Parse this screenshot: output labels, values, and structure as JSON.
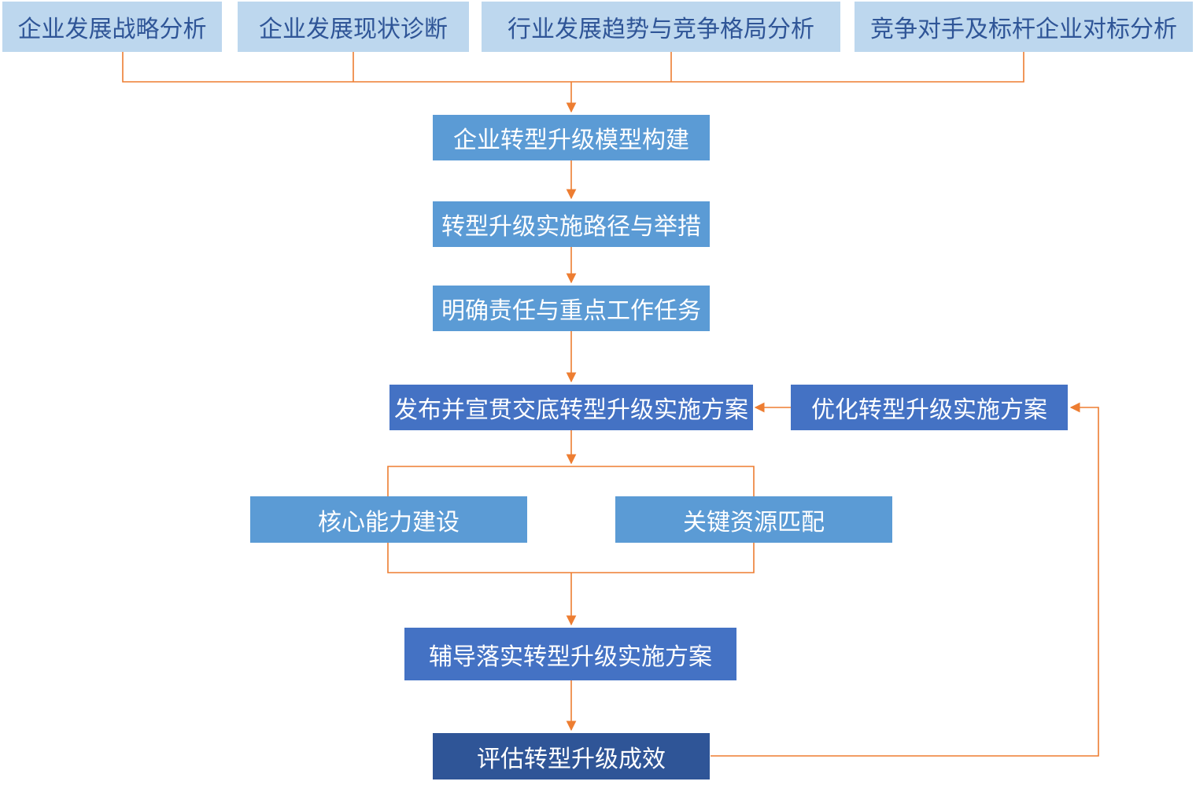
{
  "top_nodes": [
    "企业发展战略分析",
    "企业发展现状诊断",
    "行业发展趋势与竞争格局分析",
    "竞争对手及标杆企业对标分析"
  ],
  "steps": {
    "model": "企业转型升级模型构建",
    "path": "转型升级实施路径与举措",
    "tasks": "明确责任与重点工作任务",
    "publish": "发布并宣贯交底转型升级实施方案",
    "optimize": "优化转型升级实施方案",
    "core": "核心能力建设",
    "resource": "关键资源匹配",
    "guide": "辅导落实转型升级实施方案",
    "evaluate": "评估转型升级成效"
  },
  "colors": {
    "top_fill": "#bdd7ee",
    "top_text": "#2f5597",
    "step_fill": "#5b9bd5",
    "dark_fill": "#4472c4",
    "navy_fill": "#2f5597",
    "connector": "#ed7d31"
  }
}
